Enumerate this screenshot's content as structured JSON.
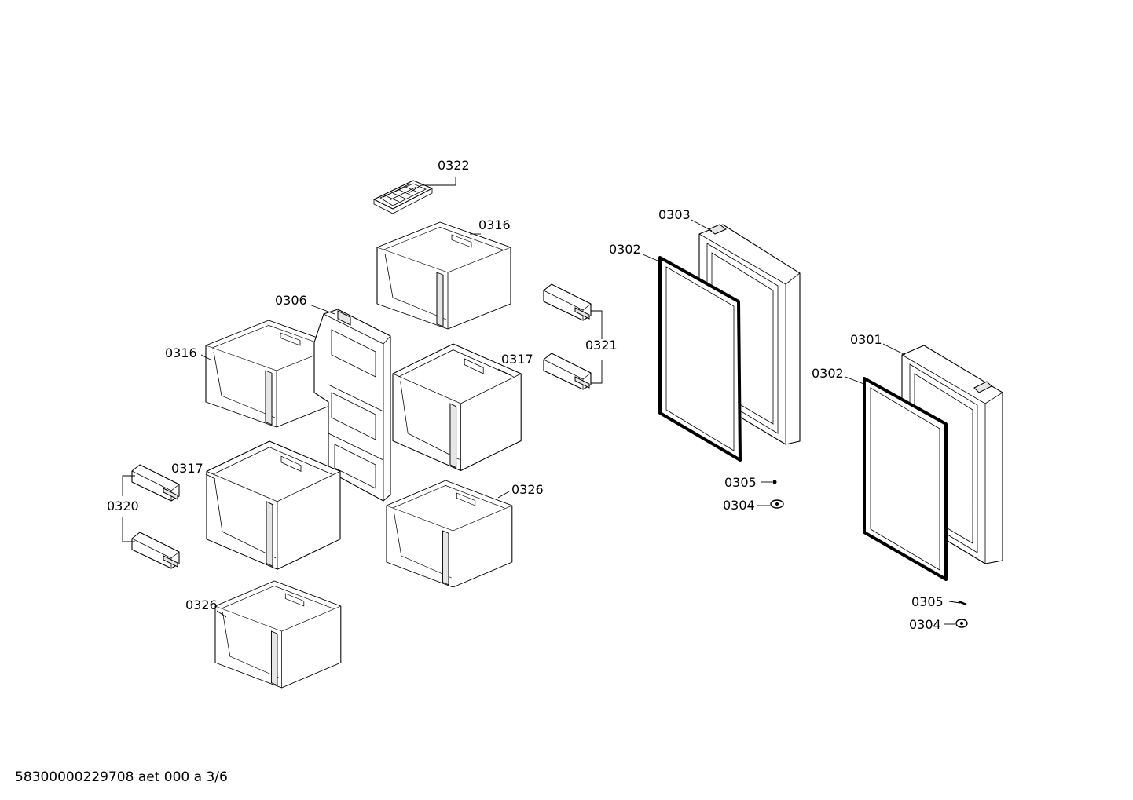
{
  "labels": {
    "ice_tray": "0322",
    "drawer_top": "0316",
    "drawer_left_upper": "0316",
    "frame": "0306",
    "drawer_mid_right": "0317",
    "drawer_left_lower": "0317",
    "rail_right": "0321",
    "rail_left": "0320",
    "drawer_bottom_right": "0326",
    "drawer_bottom_left": "0326",
    "door_upper": "0303",
    "gasket_upper": "0302",
    "door_lower": "0301",
    "gasket_lower": "0302",
    "screw_upper": "0305",
    "hinge_upper": "0304",
    "screw_lower": "0305",
    "hinge_lower": "0304"
  },
  "footer": "58300000229708 aet 000 a 3/6"
}
